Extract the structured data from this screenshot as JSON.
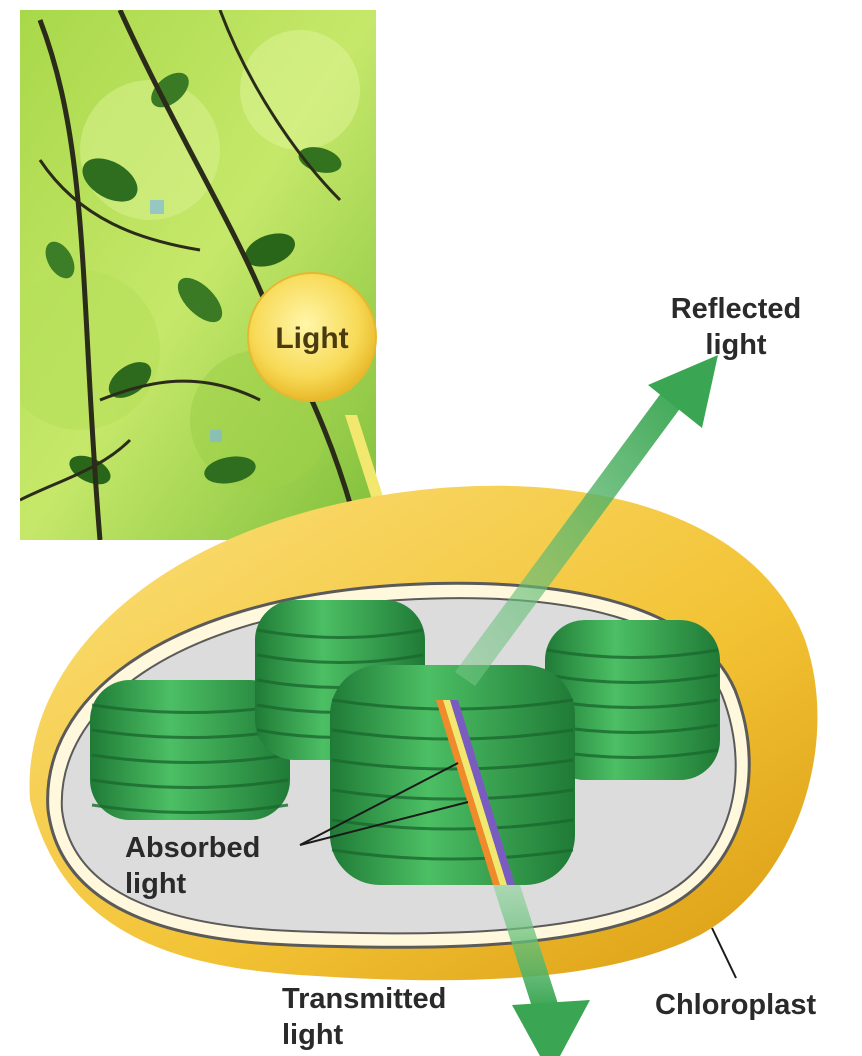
{
  "labels": {
    "light": "Light",
    "reflected_line1": "Reflected",
    "reflected_line2": "light",
    "absorbed_line1": "Absorbed",
    "absorbed_line2": "light",
    "transmitted_line1": "Transmitted",
    "transmitted_line2": "light",
    "chloroplast": "Chloroplast"
  },
  "colors": {
    "outer_membrane": "#f2c233",
    "inner_region": "#d9d9d9",
    "granum": "#2e9e4a",
    "green_arrow": "#48b060",
    "light_circle": "#f7d955",
    "beam_yellow": "#f2e870",
    "beam_orange": "#f08a2a",
    "beam_violet": "#7a5cc0"
  },
  "icons": [
    "leaf-photo",
    "light-sun",
    "chloroplast-illustration"
  ]
}
